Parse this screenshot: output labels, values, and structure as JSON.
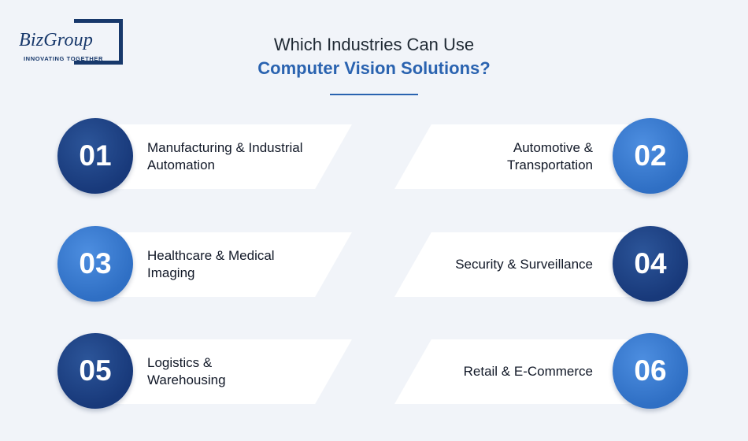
{
  "logo": {
    "name": "BizGroup",
    "tagline": "INNOVATING TOGETHER"
  },
  "heading": {
    "line1": "Which Industries Can Use",
    "line2": "Computer Vision Solutions?"
  },
  "colors": {
    "dark_blue": "#18397a",
    "mid_blue": "#2f6fc4",
    "title_accent": "#2a63b0",
    "background": "#f1f4f9"
  },
  "items": [
    {
      "number": "01",
      "label": "Manufacturing & Industrial Automation"
    },
    {
      "number": "02",
      "label": "Automotive & Transportation"
    },
    {
      "number": "03",
      "label": "Healthcare & Medical Imaging"
    },
    {
      "number": "04",
      "label": "Security & Surveillance"
    },
    {
      "number": "05",
      "label": "Logistics & Warehousing"
    },
    {
      "number": "06",
      "label": "Retail & E-Commerce"
    }
  ]
}
